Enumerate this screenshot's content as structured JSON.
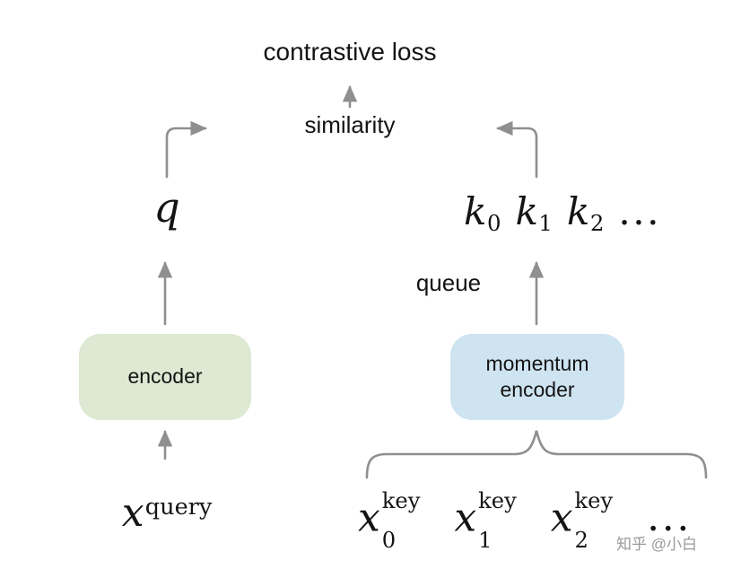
{
  "diagram": {
    "loss_label": "contrastive loss",
    "similarity_label": "similarity",
    "queue_label": "queue",
    "query_rep": "q",
    "keys": [
      {
        "base": "k",
        "sub": "0"
      },
      {
        "base": "k",
        "sub": "1"
      },
      {
        "base": "k",
        "sub": "2"
      }
    ],
    "keys_ellipsis": "...",
    "encoder": {
      "label": "encoder"
    },
    "momentum_encoder": {
      "line1": "momentum",
      "line2": "encoder"
    },
    "query_input": {
      "base": "x",
      "sup": "query"
    },
    "key_inputs": [
      {
        "base": "x",
        "sub": "0",
        "sup": "key"
      },
      {
        "base": "x",
        "sub": "1",
        "sup": "key"
      },
      {
        "base": "x",
        "sub": "2",
        "sup": "key"
      }
    ],
    "key_inputs_ellipsis": "...",
    "watermark": "知乎 @小白",
    "colors": {
      "encoder_box": "#dde9d2",
      "momentum_encoder_box": "#cfe4f1",
      "arrow": "#8f8f8f",
      "text": "#141414",
      "watermark": "#999999"
    }
  }
}
